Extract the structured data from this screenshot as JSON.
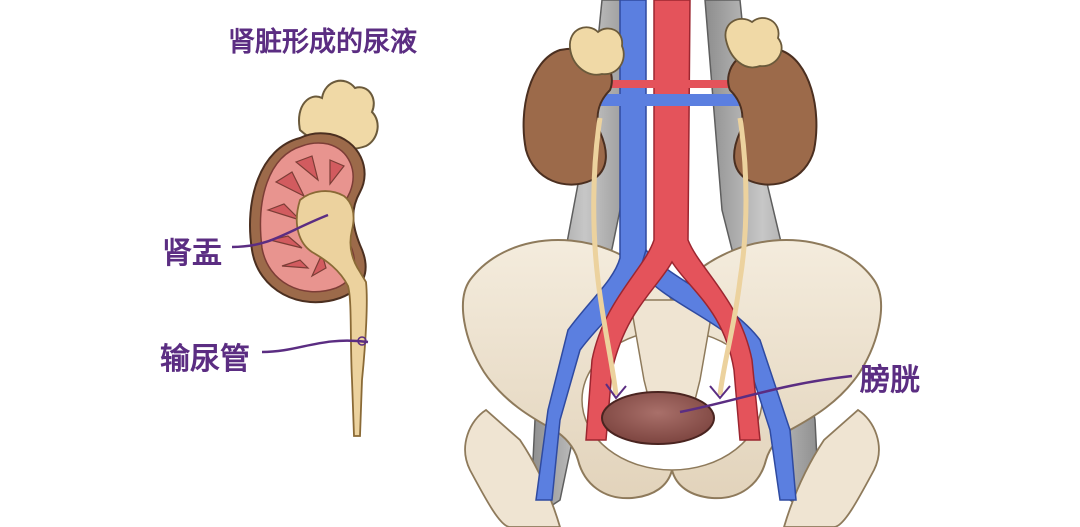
{
  "title": "肾脏形成的尿液",
  "labels": {
    "renal_pelvis": "肾盂",
    "ureter": "输尿管",
    "bladder": "膀胱"
  },
  "colors": {
    "label": "#5b2d82",
    "kidney_outer": "#9c6a4a",
    "kidney_cortex": "#d96a6a",
    "pyramid": "#e9a7a0",
    "pelvis_ureter": "#ecd29e",
    "adrenal": "#f0d9a6",
    "artery": "#e4535b",
    "vein": "#5b7fe0",
    "bone": "#efe4d2",
    "muscle": "#a9a9a9",
    "bladder": "#8f5650"
  }
}
